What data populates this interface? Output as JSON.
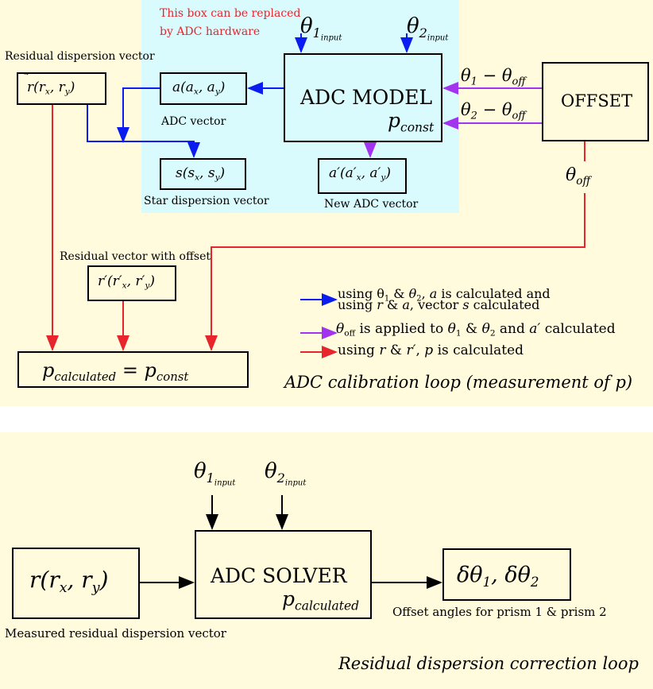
{
  "colors": {
    "background": "#fffbdc",
    "cyan_box": "#d9fbfd",
    "blue": "#0a1cf0",
    "purple": "#a233ee",
    "red": "#e8242c",
    "note_text": "#e8242c"
  },
  "top": {
    "cyan_note_line1": "This box can be replaced",
    "cyan_note_line2": "by ADC hardware",
    "theta1_input": "θ",
    "theta1_input_sub": "1",
    "theta1_input_sub2": "input",
    "theta2_input": "θ",
    "theta2_input_sub": "2",
    "theta2_input_sub2": "input",
    "residual_label": "Residual dispersion vector",
    "r_vec": "r",
    "r_args": "(r",
    "adc_vec_box": "a",
    "adc_vec_label": "ADC vector",
    "adc_model_title": "ADC MODEL",
    "adc_model_p": "p",
    "adc_model_p_sub": "const",
    "offset_title": "OFFSET",
    "theta1_minus_off": "θ",
    "theta2_minus_off": "θ",
    "theta_off": "θ",
    "theta_off_sub": "off",
    "star_vec_box": "s",
    "star_vec_label": "Star dispersion vector",
    "new_adc_vec_box": "a",
    "new_adc_vec_label": "New ADC vector",
    "residual_offset_label": "Residual vector with offset",
    "p_calc_box": "p",
    "p_calc_sub": "calculated",
    "p_calc_eq": "= p",
    "p_calc_eq_sub": "const",
    "legend": [
      {
        "color": "blue",
        "text_a": "using θ",
        "text_b": "is calculated and",
        "text_c": "using"
      },
      {
        "color": "purple",
        "text": "is applied to"
      },
      {
        "color": "red",
        "text": "is calculated"
      }
    ],
    "caption": "ADC calibration loop (measurement of p)"
  },
  "bottom": {
    "theta1_input": "θ",
    "theta2_input": "θ",
    "r_box": "r",
    "solver_title": "ADC SOLVER",
    "solver_p": "p",
    "solver_p_sub": "calculated",
    "delta_box": "δθ",
    "measured_label": "Measured residual dispersion vector",
    "offset_angles_label": "Offset angles for prism 1 & prism 2",
    "caption": "Residual dispersion correction loop"
  }
}
